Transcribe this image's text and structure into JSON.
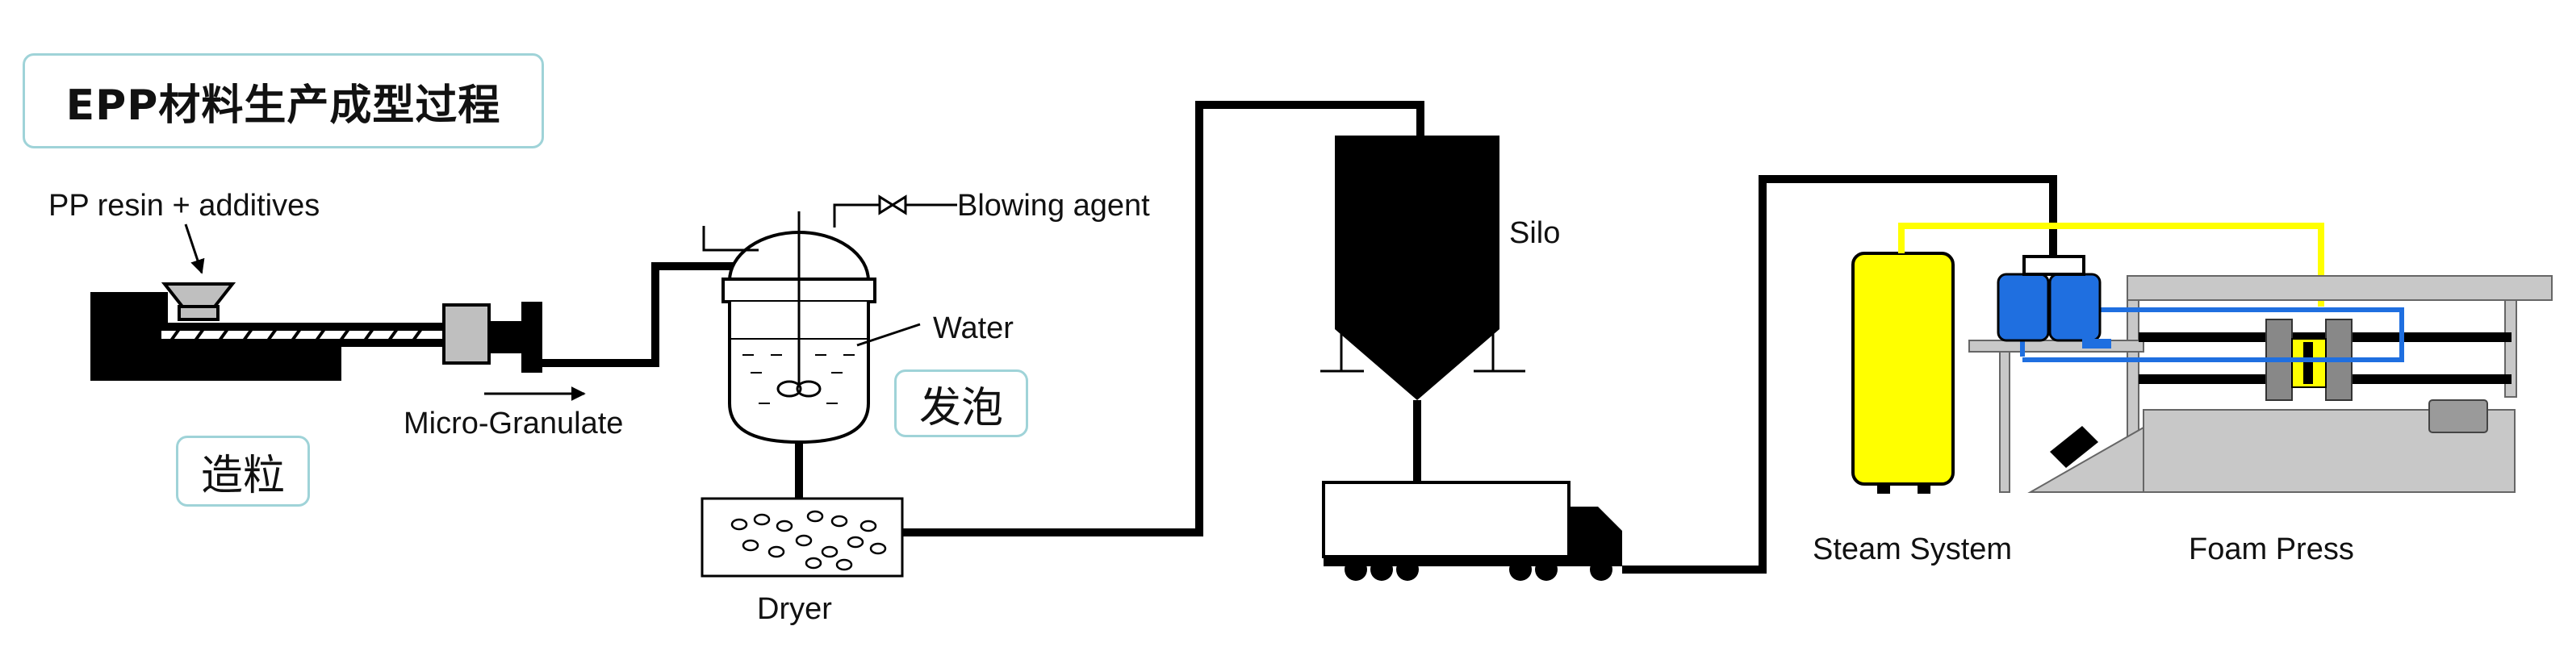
{
  "title": "EPP材料生产成型过程",
  "stages": {
    "granulation": "造粒",
    "foaming": "发泡"
  },
  "labels": {
    "pp_resin": "PP resin + additives",
    "micro_granulate": "Micro-Granulate",
    "blowing_agent": "Blowing agent",
    "water": "Water",
    "dryer": "Dryer",
    "silo": "Silo",
    "steam_system": "Steam System",
    "foam_press": "Foam Press"
  },
  "colors": {
    "pipe": "#000000",
    "steam_tank": "#ffff00",
    "steam_line": "#ffff00",
    "press_blue": "#1f6fe0",
    "press_gray": "#c8c8c8",
    "tag_border": "#9fd3d8"
  }
}
